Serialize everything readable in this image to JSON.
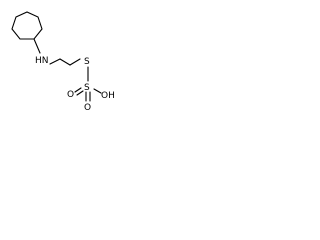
{
  "structure": {
    "atoms": {
      "amine": "HN",
      "sulfur_thio": "S",
      "sulfur_center": "S",
      "oxygen_top": "O",
      "oxygen_bottom": "O",
      "hydroxyl": "OH"
    }
  }
}
